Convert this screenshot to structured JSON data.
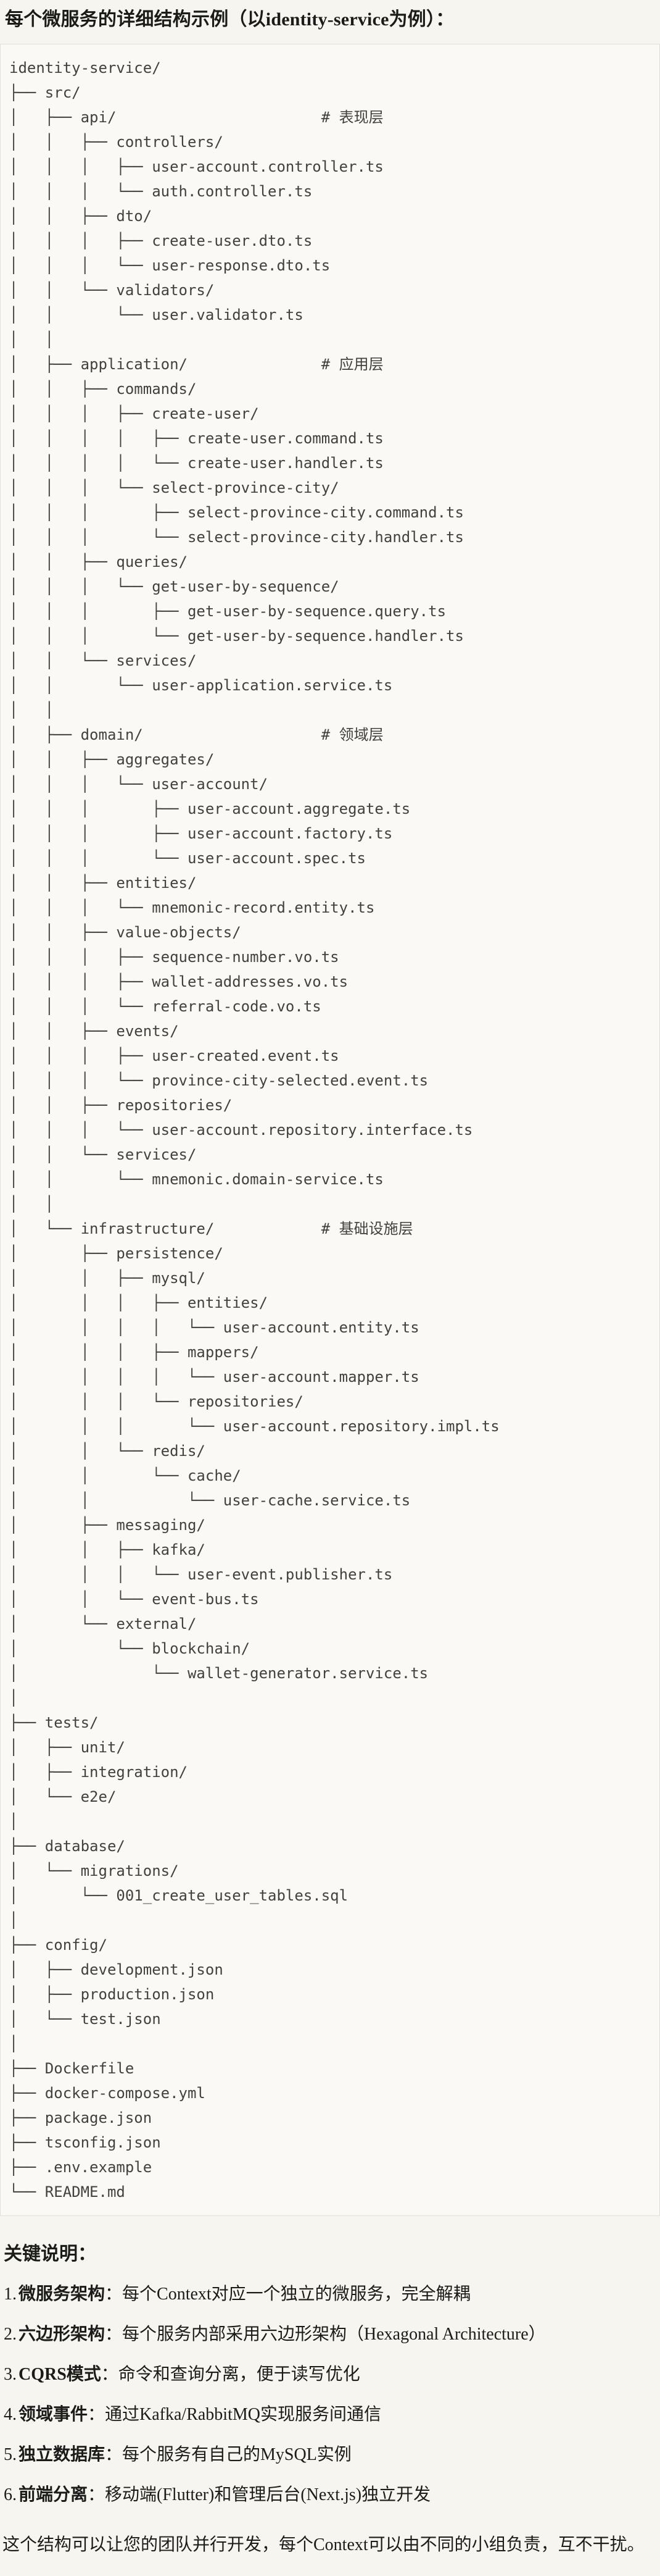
{
  "title": "每个微服务的详细结构示例（以identity-service为例）：",
  "tree": {
    "lines": [
      "identity-service/",
      "├── src/",
      "│   ├── api/                       # 表现层",
      "│   │   ├── controllers/",
      "│   │   │   ├── user-account.controller.ts",
      "│   │   │   └── auth.controller.ts",
      "│   │   ├── dto/",
      "│   │   │   ├── create-user.dto.ts",
      "│   │   │   └── user-response.dto.ts",
      "│   │   └── validators/",
      "│   │       └── user.validator.ts",
      "│   │",
      "│   ├── application/               # 应用层",
      "│   │   ├── commands/",
      "│   │   │   ├── create-user/",
      "│   │   │   │   ├── create-user.command.ts",
      "│   │   │   │   └── create-user.handler.ts",
      "│   │   │   └── select-province-city/",
      "│   │   │       ├── select-province-city.command.ts",
      "│   │   │       └── select-province-city.handler.ts",
      "│   │   ├── queries/",
      "│   │   │   └── get-user-by-sequence/",
      "│   │   │       ├── get-user-by-sequence.query.ts",
      "│   │   │       └── get-user-by-sequence.handler.ts",
      "│   │   └── services/",
      "│   │       └── user-application.service.ts",
      "│   │",
      "│   ├── domain/                    # 领域层",
      "│   │   ├── aggregates/",
      "│   │   │   └── user-account/",
      "│   │   │       ├── user-account.aggregate.ts",
      "│   │   │       ├── user-account.factory.ts",
      "│   │   │       └── user-account.spec.ts",
      "│   │   ├── entities/",
      "│   │   │   └── mnemonic-record.entity.ts",
      "│   │   ├── value-objects/",
      "│   │   │   ├── sequence-number.vo.ts",
      "│   │   │   ├── wallet-addresses.vo.ts",
      "│   │   │   └── referral-code.vo.ts",
      "│   │   ├── events/",
      "│   │   │   ├── user-created.event.ts",
      "│   │   │   └── province-city-selected.event.ts",
      "│   │   ├── repositories/",
      "│   │   │   └── user-account.repository.interface.ts",
      "│   │   └── services/",
      "│   │       └── mnemonic.domain-service.ts",
      "│   │",
      "│   └── infrastructure/            # 基础设施层",
      "│       ├── persistence/",
      "│       │   ├── mysql/",
      "│       │   │   ├── entities/",
      "│       │   │   │   └── user-account.entity.ts",
      "│       │   │   ├── mappers/",
      "│       │   │   │   └── user-account.mapper.ts",
      "│       │   │   └── repositories/",
      "│       │   │       └── user-account.repository.impl.ts",
      "│       │   └── redis/",
      "│       │       └── cache/",
      "│       │           └── user-cache.service.ts",
      "│       ├── messaging/",
      "│       │   ├── kafka/",
      "│       │   │   └── user-event.publisher.ts",
      "│       │   └── event-bus.ts",
      "│       └── external/",
      "│           └── blockchain/",
      "│               └── wallet-generator.service.ts",
      "│",
      "├── tests/",
      "│   ├── unit/",
      "│   ├── integration/",
      "│   └── e2e/",
      "│",
      "├── database/",
      "│   └── migrations/",
      "│       └── 001_create_user_tables.sql",
      "│",
      "├── config/",
      "│   ├── development.json",
      "│   ├── production.json",
      "│   └── test.json",
      "│",
      "├── Dockerfile",
      "├── docker-compose.yml",
      "├── package.json",
      "├── tsconfig.json",
      "├── .env.example",
      "└── README.md"
    ]
  },
  "notes": {
    "heading": "关键说明：",
    "items": [
      {
        "num": "1.",
        "label": "微服务架构",
        "text": "：每个Context对应一个独立的微服务，完全解耦"
      },
      {
        "num": "2.",
        "label": "六边形架构",
        "text": "：每个服务内部采用六边形架构（Hexagonal Architecture）"
      },
      {
        "num": "3.",
        "label": "CQRS模式",
        "text": "：命令和查询分离，便于读写优化"
      },
      {
        "num": "4.",
        "label": "领域事件",
        "text": "：通过Kafka/RabbitMQ实现服务间通信"
      },
      {
        "num": "5.",
        "label": "独立数据库",
        "text": "：每个服务有自己的MySQL实例"
      },
      {
        "num": "6.",
        "label": "前端分离",
        "text": "：移动端(Flutter)和管理后台(Next.js)独立开发"
      }
    ]
  },
  "closing": "这个结构可以让您的团队并行开发，每个Context可以由不同的小组负责，互不干扰。",
  "colors": {
    "page_background": "#f6f5f0",
    "code_background": "#faf9f5",
    "code_border": "#e1dfd7",
    "code_text": "#41413d",
    "body_text": "#1b1b19"
  }
}
